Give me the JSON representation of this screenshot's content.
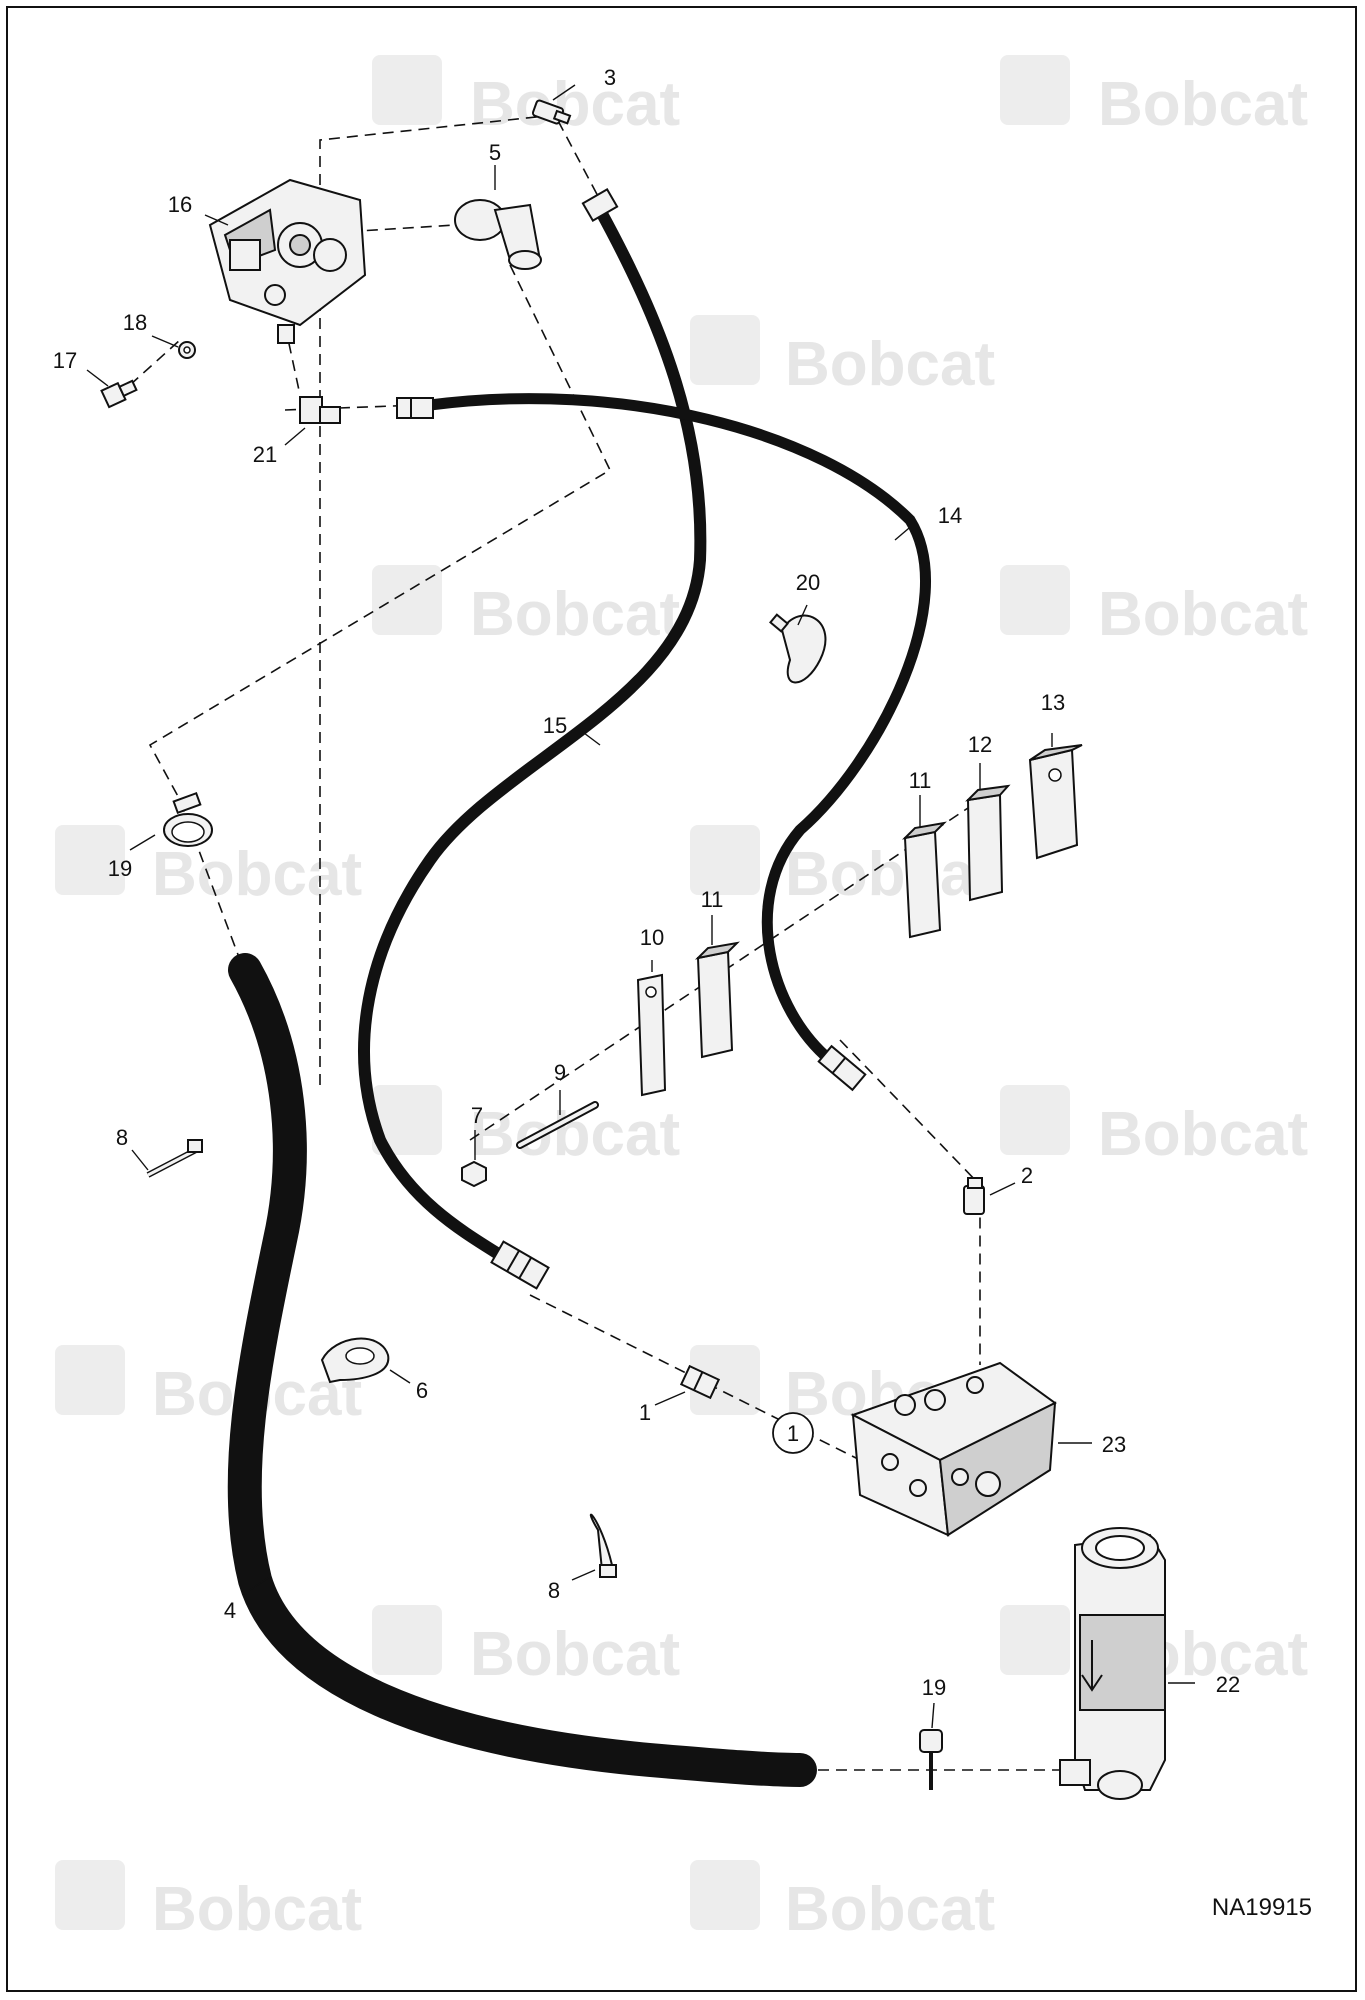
{
  "watermark": {
    "text": "Bobcat"
  },
  "drawing_id": "NA19915",
  "callouts": {
    "c1": "1",
    "c2": "2",
    "c3": "3",
    "c4": "4",
    "c5": "5",
    "c6": "6",
    "c7": "7",
    "c8a": "8",
    "c8b": "8",
    "c9": "9",
    "c10": "10",
    "c11a": "11",
    "c11b": "11",
    "c12": "12",
    "c13": "13",
    "c14": "14",
    "c15": "15",
    "c16": "16",
    "c17": "17",
    "c18": "18",
    "c19a": "19",
    "c19b": "19",
    "c20": "20",
    "c21": "21",
    "c22": "22",
    "c23": "23"
  },
  "circled_note": "1",
  "colors": {
    "line": "#111111",
    "watermark": "#e6e6e6",
    "background": "#ffffff"
  }
}
